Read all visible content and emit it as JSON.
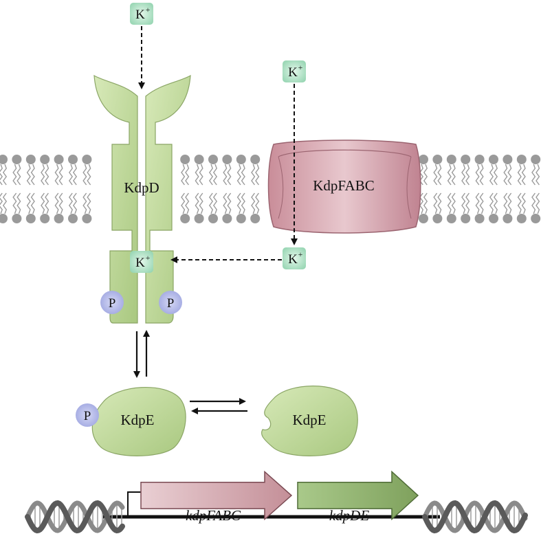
{
  "labels": {
    "ion_symbol": "K",
    "ion_charge": "+",
    "kdpd": "KdpD",
    "kdpfabc": "KdpFABC",
    "kdpe": "KdpE",
    "phosphate": "P"
  },
  "genes": {
    "gene1": "kdpFABC",
    "gene2": "kdpDE"
  },
  "colors": {
    "kdpd_fill": "#c6dd9f",
    "kdpd_stroke": "#8aa565",
    "kdpfabc_fill": "#d9a9b2",
    "kdpfabc_stroke": "#9b6470",
    "phosphate_fill": "#aab0e6",
    "ion_fill": "#9fdcb9",
    "membrane": "#9a9a9a",
    "gene1_fill": "#d9b2b8",
    "gene2_fill": "#98b877",
    "dna": "#5a5a5a"
  }
}
